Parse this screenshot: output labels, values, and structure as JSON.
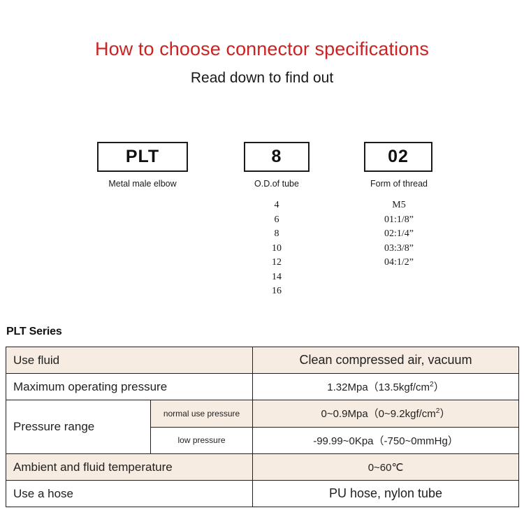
{
  "header": {
    "title": "How to choose connector specifications",
    "subtitle": "Read down to find out"
  },
  "code_breakdown": [
    {
      "code": "PLT",
      "caption": "Metal male elbow",
      "options": []
    },
    {
      "code": "8",
      "caption": "O.D.of tube",
      "options": [
        "4",
        "6",
        "8",
        "10",
        "12",
        "14",
        "16"
      ]
    },
    {
      "code": "02",
      "caption": "Form of thread",
      "options": [
        "M5",
        "01:1/8”",
        "02:1/4”",
        "03:3/8”",
        "04:1/2”"
      ]
    }
  ],
  "spec": {
    "series_heading": "PLT Series",
    "rows": [
      {
        "label": "Use fluid",
        "value": "Clean compressed air, vacuum"
      },
      {
        "label": "Maximum operating pressure",
        "value_main": "1.32Mpa（13.5kgf/cm",
        "value_sup": "2",
        "value_tail": "）"
      },
      {
        "label": "Pressure range",
        "sub_label": "normal use pressure",
        "value_main": "0~0.9Mpa（0~9.2kgf/cm",
        "value_sup": "2",
        "value_tail": "）"
      },
      {
        "sub_label": "low pressure",
        "value": "-99.99~0Kpa（-750~0mmHg）"
      },
      {
        "label": "Ambient and fluid temperature",
        "value": "0~60℃"
      },
      {
        "label": "Use a hose",
        "value": "PU hose, nylon tube"
      }
    ]
  },
  "colors": {
    "title_red": "#cc2222",
    "row_shade": "#f7ece1",
    "border": "#231f20",
    "text": "#1f1f1f"
  }
}
